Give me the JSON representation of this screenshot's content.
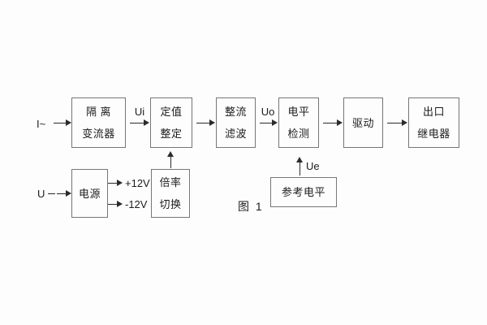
{
  "figure": {
    "caption": "图 1",
    "background_color": "#fdfdfd",
    "line_color": "#2b2b2b",
    "box_border_color": "#767676",
    "text_color": "#1c1c1c"
  },
  "inputs": {
    "current_input": "I~",
    "voltage_input": "U"
  },
  "signals": {
    "ui": "Ui",
    "uo": "Uo",
    "ue": "Ue",
    "plus12v": "+12V",
    "minus12v": "-12V"
  },
  "blocks": {
    "isolation_transformer": {
      "line1": "隔 离",
      "line2": "变流器"
    },
    "setting_adjust": {
      "line1": "定值",
      "line2": "整定"
    },
    "rectify_filter": {
      "line1": "整流",
      "line2": "滤波"
    },
    "level_detect": {
      "line1": "电平",
      "line2": "检测"
    },
    "drive": {
      "line1": "驱动"
    },
    "output_relay": {
      "line1": "出口",
      "line2": "继电器"
    },
    "power_supply": {
      "line1": "电源"
    },
    "ratio_switch": {
      "line1": "倍率",
      "line2": "切换"
    },
    "reference_level": {
      "line1": "参考电平"
    }
  }
}
